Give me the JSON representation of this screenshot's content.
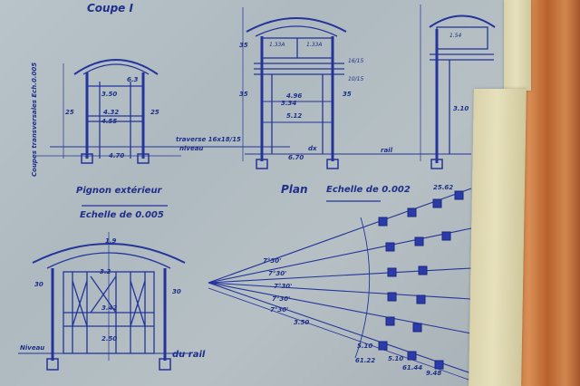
{
  "titles": {
    "coupe": "Coupe I",
    "coupes_transversales": "Coupes transversales Ech.0.005",
    "pignon": "Pignon extérieur",
    "pignon_echelle": "Echelle de 0.005",
    "plan": "Plan",
    "plan_echelle": "Echelle de 0.002"
  },
  "annotations": {
    "plan_dim": "25.62",
    "coupe_left": "25",
    "coupe_right": "25",
    "coupe_w1": "4.55",
    "coupe_w2": "4.32",
    "coupe_w3": "4.70",
    "coupe_arc": "6.3",
    "coupe_h": "3.50",
    "mid_left": "35",
    "mid_left2": "35",
    "mid_right": "35",
    "mid_w1": "4.96",
    "mid_w2": "5.12",
    "mid_w3": "6.70",
    "mid_s1": "1.33A",
    "mid_s2": "1.33A",
    "mid_r1": "16/15",
    "mid_r2": "10/15",
    "mid_h": "3.34",
    "mid_dx": "dx",
    "traverse": "traverse 16x18/15",
    "niveau": "niveau",
    "rail": "rail",
    "right_h": "3.10",
    "right_s": "1.54",
    "pig_left": "30",
    "pig_right": "30",
    "pig_w1": "3.2",
    "pig_h": "3.42",
    "pig_h2": "2.50",
    "pig_niveau": "Niveau",
    "pig_rail": "du rail",
    "pig_top": "1.9",
    "angle1": "7°30'",
    "angle2": "7°30'",
    "angle3": "7°30'",
    "angle4": "7°30'",
    "angle5": "7°30'",
    "plan_r1": "5.10",
    "plan_r2": "3.50",
    "plan_r3": "61.22",
    "plan_r4": "5.10",
    "plan_r5": "61.44",
    "plan_r6": "9.48"
  }
}
